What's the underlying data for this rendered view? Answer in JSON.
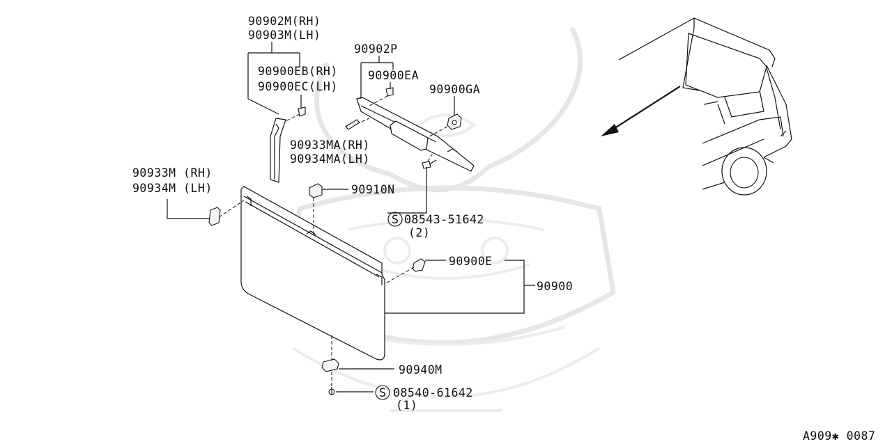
{
  "diagram_id": "A909✱ 0087",
  "parts": {
    "p90902M": "90902M(RH)",
    "p90903M": "90903M(LH)",
    "p90900EB": "90900EB(RH)",
    "p90900EC": "90900EC(LH)",
    "p90902P": "90902P",
    "p90900EA": "90900EA",
    "p90900GA": "90900GA",
    "p90933MA": "90933MA(RH)",
    "p90934MA": "90934MA(LH)",
    "p90933M": "90933M (RH)",
    "p90934M": "90934M (LH)",
    "p90910N": "90910N",
    "p08543": "08543-51642",
    "p08543_qty": "(2)",
    "p90900E": "90900E",
    "p90900": "90900",
    "p90940M": "90940M",
    "p08540": "08540-61642",
    "p08540_qty": "(1)",
    "screw_symbol": "S"
  }
}
